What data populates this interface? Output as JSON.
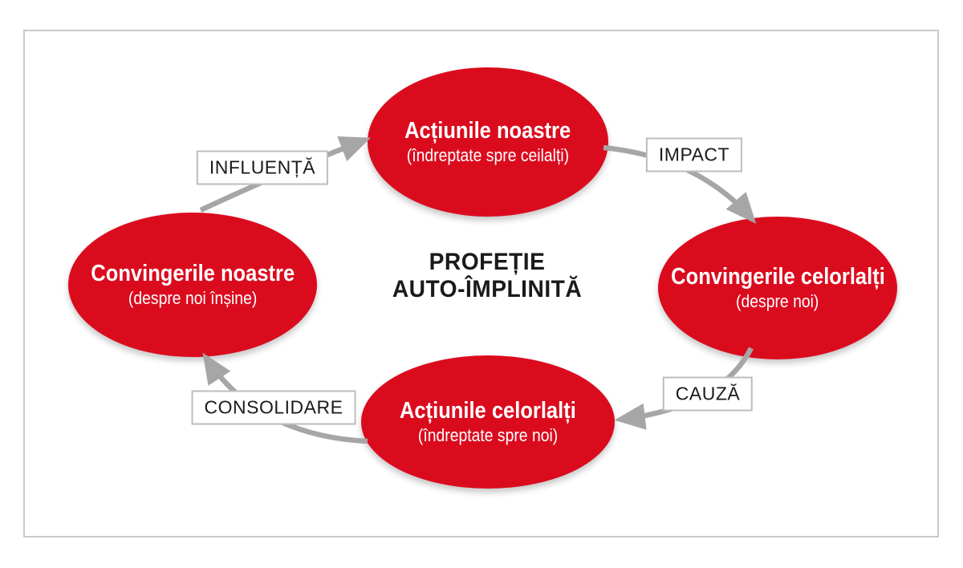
{
  "diagram": {
    "center": {
      "line1": "PROFEȚIE",
      "line2": "AUTO-ÎMPLINITĂ"
    },
    "nodes": [
      {
        "id": "top",
        "title": "Acțiunile noastre",
        "subtitle": "(îndreptate spre ceilalți)"
      },
      {
        "id": "right",
        "title": "Convingerile celorlalți",
        "subtitle": "(despre noi)"
      },
      {
        "id": "bottom",
        "title": "Acțiunile celorlalți",
        "subtitle": "(îndreptate spre noi)"
      },
      {
        "id": "left",
        "title": "Convingerile noastre",
        "subtitle": "(despre noi înșine)"
      }
    ],
    "arrows": [
      {
        "id": "influence",
        "label": "INFLUENȚĂ",
        "from": "left",
        "to": "top"
      },
      {
        "id": "impact",
        "label": "IMPACT",
        "from": "top",
        "to": "right"
      },
      {
        "id": "cause",
        "label": "CAUZĂ",
        "from": "right",
        "to": "bottom"
      },
      {
        "id": "consolidation",
        "label": "CONSOLIDARE",
        "from": "bottom",
        "to": "left"
      }
    ],
    "colors": {
      "node_red": "#db0b1e",
      "arrow_gray": "#a6a6a6",
      "frame_gray": "#c9c9c9",
      "label_border_gray": "#bdbdbd",
      "text_dark": "#1a1a1a"
    }
  }
}
